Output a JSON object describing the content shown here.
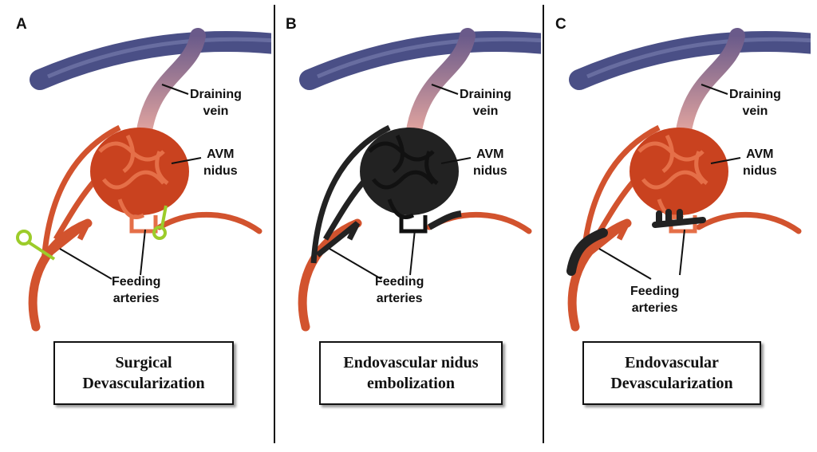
{
  "panels": [
    {
      "letter": "A",
      "draining_vein": [
        "Draining",
        "vein"
      ],
      "avm_nidus": [
        "AVM",
        "nidus"
      ],
      "feeding_arteries": [
        "Feeding",
        "arteries"
      ],
      "caption": [
        "Surgical",
        "Devascularization"
      ],
      "variant": "clips"
    },
    {
      "letter": "B",
      "draining_vein": [
        "Draining",
        "vein"
      ],
      "avm_nidus": [
        "AVM",
        "nidus"
      ],
      "feeding_arteries": [
        "Feeding",
        "arteries"
      ],
      "caption": [
        "Endovascular nidus",
        "embolization"
      ],
      "variant": "nidus-embolized"
    },
    {
      "letter": "C",
      "draining_vein": [
        "Draining",
        "vein"
      ],
      "avm_nidus": [
        "AVM",
        "nidus"
      ],
      "feeding_arteries": [
        "Feeding",
        "arteries"
      ],
      "caption": [
        "Endovascular",
        "Devascularization"
      ],
      "variant": "feeders-embolized"
    }
  ],
  "colors": {
    "vein": "#4a4f86",
    "artery": "#d2532e",
    "nidus": "#c9421f",
    "embolic": "#222222",
    "clip": "#9ccc2a"
  }
}
